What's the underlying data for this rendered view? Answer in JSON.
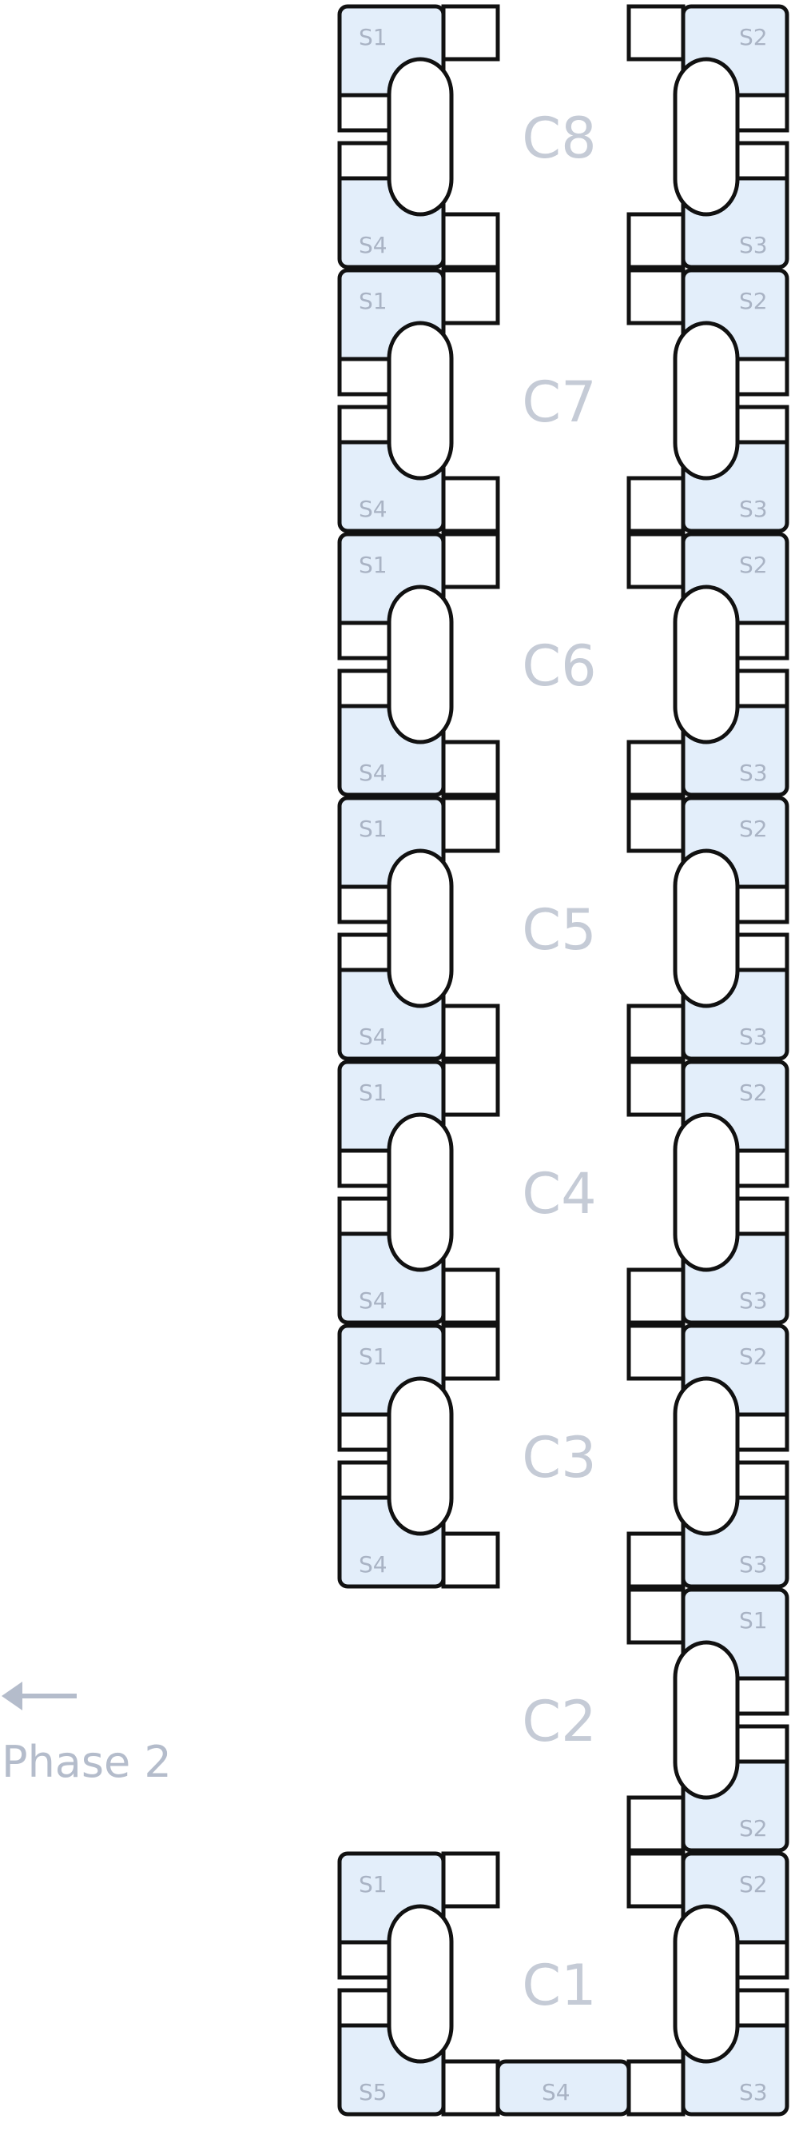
{
  "phase": {
    "label": "Phase 2",
    "arrow_icon": "arrow-left-icon"
  },
  "colors": {
    "slot_fill": "#e3eefa",
    "outline": "#111111",
    "label": "#a9b3c4",
    "cell_label": "#c5cbd6",
    "arrow": "#b4bccb"
  },
  "cells": [
    {
      "id": "C8",
      "label": "C8",
      "layout": "double",
      "slots": {
        "tl": "S1",
        "tr": "S2",
        "bl": "S4",
        "br": "S3"
      }
    },
    {
      "id": "C7",
      "label": "C7",
      "layout": "double",
      "slots": {
        "tl": "S1",
        "tr": "S2",
        "bl": "S4",
        "br": "S3"
      }
    },
    {
      "id": "C6",
      "label": "C6",
      "layout": "double",
      "slots": {
        "tl": "S1",
        "tr": "S2",
        "bl": "S4",
        "br": "S3"
      }
    },
    {
      "id": "C5",
      "label": "C5",
      "layout": "double",
      "slots": {
        "tl": "S1",
        "tr": "S2",
        "bl": "S4",
        "br": "S3"
      }
    },
    {
      "id": "C4",
      "label": "C4",
      "layout": "double",
      "slots": {
        "tl": "S1",
        "tr": "S2",
        "bl": "S4",
        "br": "S3"
      }
    },
    {
      "id": "C3",
      "label": "C3",
      "layout": "double",
      "slots": {
        "tl": "S1",
        "tr": "S2",
        "bl": "S4",
        "br": "S3"
      }
    },
    {
      "id": "C2",
      "label": "C2",
      "layout": "right",
      "slots": {
        "tr": "S1",
        "br": "S2"
      }
    },
    {
      "id": "C1",
      "label": "C1",
      "layout": "closed",
      "slots": {
        "tl": "S1",
        "tr": "S2",
        "bl": "S5",
        "bm": "S4",
        "br": "S3"
      }
    }
  ]
}
